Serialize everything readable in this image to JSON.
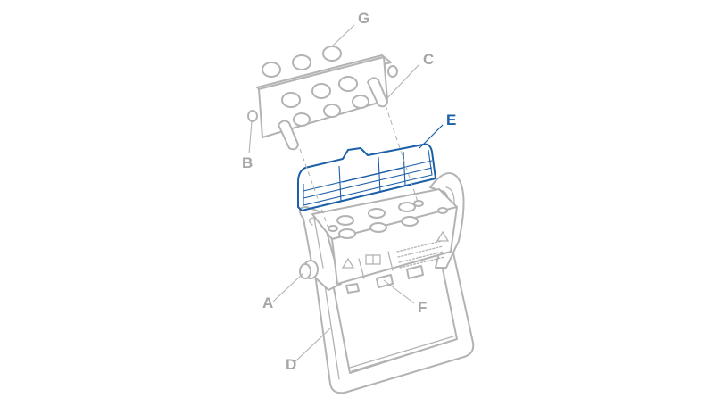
{
  "diagram": {
    "type": "exploded-view technical illustration",
    "colors": {
      "outline": "#b3b3b3",
      "label_gray": "#a6a6a6",
      "highlight": "#1a5fa8",
      "background": "#ffffff"
    },
    "highlighted_label": "E",
    "callouts": [
      {
        "id": "A",
        "label": "A",
        "color": "gray"
      },
      {
        "id": "B",
        "label": "B",
        "color": "gray"
      },
      {
        "id": "C",
        "label": "C",
        "color": "gray"
      },
      {
        "id": "D",
        "label": "D",
        "color": "gray"
      },
      {
        "id": "E",
        "label": "E",
        "color": "blue"
      },
      {
        "id": "F",
        "label": "F",
        "color": "gray"
      },
      {
        "id": "G",
        "label": "G",
        "color": "gray"
      }
    ]
  }
}
